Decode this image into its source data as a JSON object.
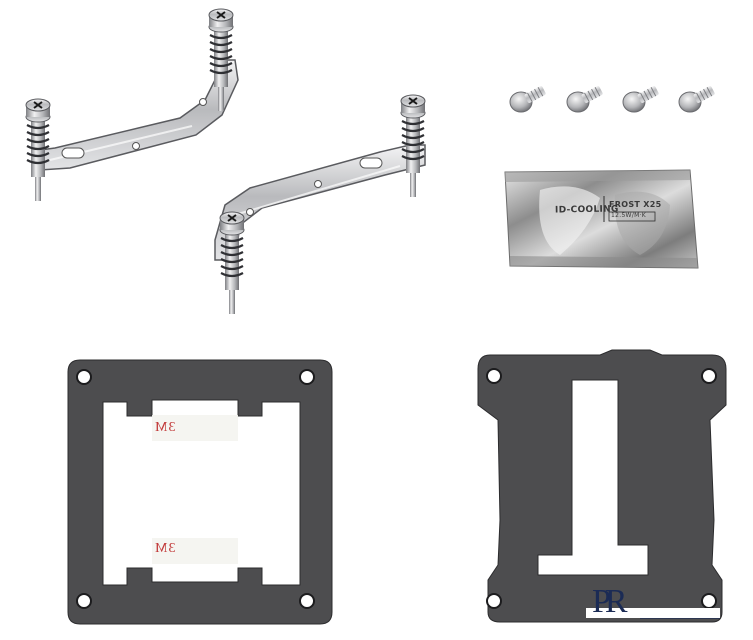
{
  "paste_packet": {
    "brand": "ID-COOLING",
    "product": "FROST X25",
    "spec": "12.5W/M·K"
  },
  "tape": {
    "brand": "3M"
  },
  "watermark": {
    "logo_text": "PR"
  },
  "colors": {
    "background": "#ffffff",
    "plate": "#4d4d4f",
    "chrome": "#c8c9cc",
    "tape_brand": "#c23a3a",
    "logo": "#1b2b55"
  }
}
